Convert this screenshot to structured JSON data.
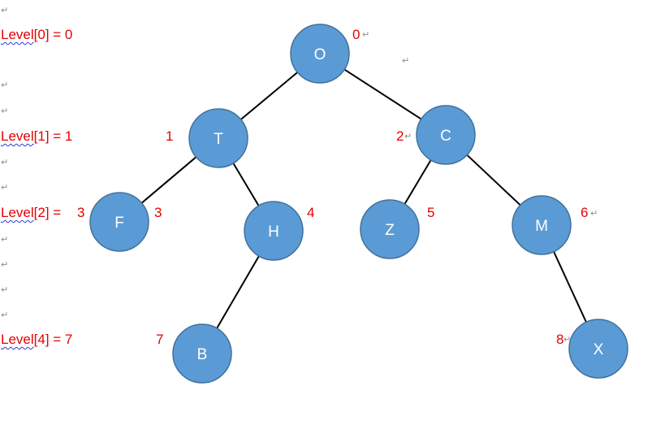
{
  "colors": {
    "node_fill": "#5b9bd5",
    "node_stroke": "#41719c",
    "label_red": "#e60000",
    "edge": "#000000"
  },
  "level_labels": [
    {
      "prefix": "Level",
      "rest": "[0] = 0"
    },
    {
      "prefix": "Level",
      "rest": "[1] = 1"
    },
    {
      "prefix": "Level",
      "rest": "[2] ="
    },
    {
      "prefix": "Level",
      "rest": "[4] = 7"
    }
  ],
  "paragraph_mark": "↵",
  "nodes": [
    {
      "id": "O",
      "label": "O",
      "index": "0"
    },
    {
      "id": "T",
      "label": "T",
      "index": "1"
    },
    {
      "id": "C",
      "label": "C",
      "index": "2"
    },
    {
      "id": "F",
      "label": "F",
      "index": "3"
    },
    {
      "id": "H",
      "label": "H",
      "index": "4"
    },
    {
      "id": "Z",
      "label": "Z",
      "index": "5"
    },
    {
      "id": "M",
      "label": "M",
      "index": "6"
    },
    {
      "id": "B",
      "label": "B",
      "index": "7"
    },
    {
      "id": "X",
      "label": "X",
      "index": "8"
    }
  ],
  "extra_index_left_of_F": "3",
  "edges": [
    [
      "O",
      "T"
    ],
    [
      "O",
      "C"
    ],
    [
      "T",
      "F"
    ],
    [
      "T",
      "H"
    ],
    [
      "C",
      "Z"
    ],
    [
      "C",
      "M"
    ],
    [
      "H",
      "B"
    ],
    [
      "M",
      "X"
    ]
  ]
}
